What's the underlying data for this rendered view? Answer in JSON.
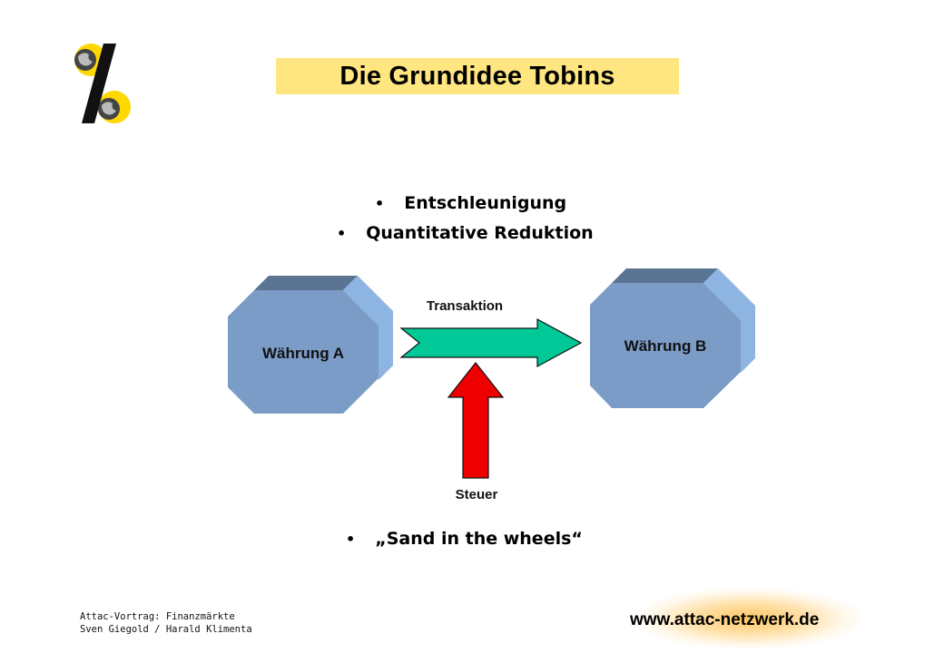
{
  "slide": {
    "title": "Die Grundidee Tobins",
    "bullets": [
      "Entschleunigung",
      "Quantitative Reduktion"
    ],
    "quote_bullet": "„Sand in the wheels“"
  },
  "diagram": {
    "currency_a": "Währung A",
    "currency_b": "Währung B",
    "transaction_label": "Transaktion",
    "tax_label": "Steuer",
    "colors": {
      "octagon_face": "#7b9cc6",
      "octagon_top": "#5a7494",
      "octagon_side": "#8eb4e2",
      "transaction_arrow": "#00c896",
      "tax_arrow": "#ee0000"
    }
  },
  "footer": {
    "line1": "Attac-Vortrag: Finanzmärkte",
    "line2": "Sven Giegold / Harald Klimenta",
    "url": "www.attac-netzwerk.de"
  },
  "logo": {
    "icon": "attac-percent-globe-logo-icon"
  }
}
